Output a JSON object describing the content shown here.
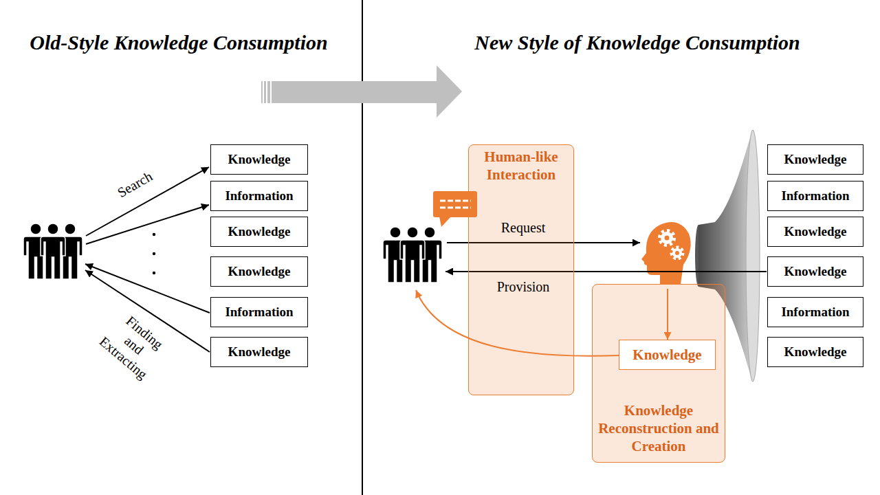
{
  "diagram": {
    "nodes": [
      {
        "text": [
          "Knowledge"
        ]
      },
      {
        "text": [
          "Information"
        ]
      },
      {
        "text": [
          "Knowledge"
        ]
      },
      {
        "text": [
          "Knowledge"
        ]
      },
      {
        "text": [
          "Information"
        ]
      },
      {
        "text": [
          "Knowledge"
        ]
      },
      {
        "text": [
          "Human-like Interaction"
        ]
      },
      {
        "text": [
          "Knowledge Reconstruction and Creation"
        ]
      },
      {
        "text": [
          "Knowledge"
        ],
        "in": 7
      },
      {
        "text": [
          "Knowledge"
        ]
      },
      {
        "text": [
          "Information"
        ]
      },
      {
        "text": [
          "Knowledge"
        ]
      },
      {
        "text": [
          "Knowledge"
        ]
      },
      {
        "text": [
          "Information"
        ]
      },
      {
        "text": [
          "Knowledge"
        ]
      }
    ],
    "labels": [
      "Old-Style Knowledge Consumption",
      "New Style of Knowledge Consumption",
      "Search",
      "Finding and Extracting",
      "Request",
      "Provision"
    ]
  }
}
